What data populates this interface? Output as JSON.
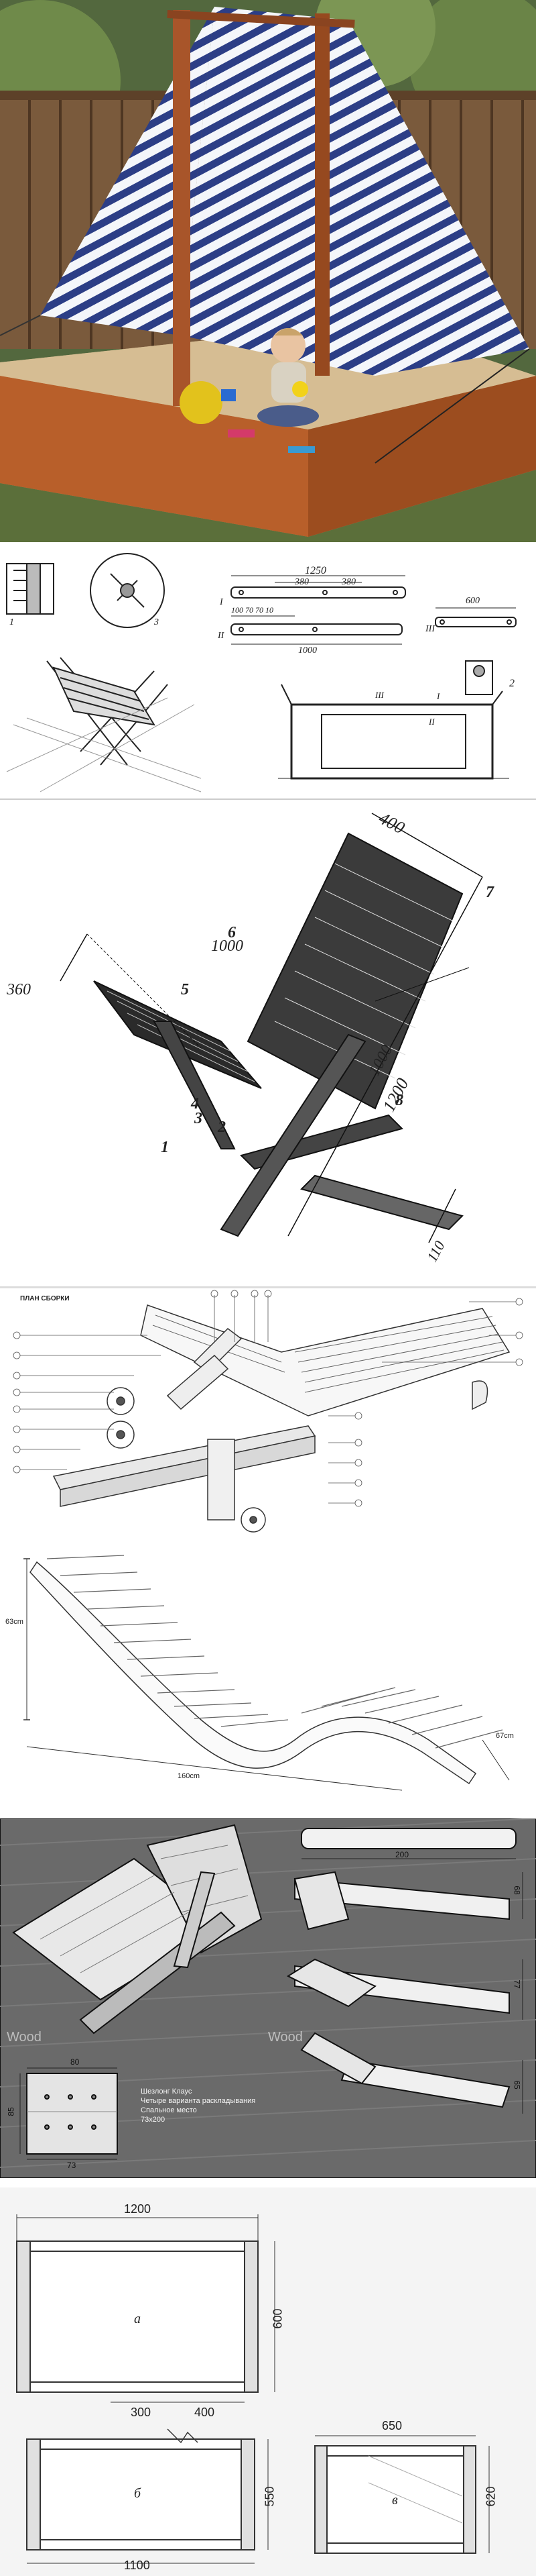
{
  "panel1": {},
  "panel2": {
    "dims": {
      "d1250": "1250",
      "d380a": "380",
      "d380b": "380",
      "d600": "600",
      "d1000": "1000",
      "dsmall": "100 70 70 10"
    },
    "labels": {
      "n1": "1",
      "n2": "2",
      "n3": "3",
      "r1": "I",
      "r2": "II",
      "r3": "III",
      "r3b": "III",
      "r1b": "I",
      "r2b": "II"
    }
  },
  "panel3": {
    "dims": {
      "d400": "400",
      "d360": "360",
      "d1000a": "1000",
      "d1000b": "1000",
      "d1200": "1200",
      "d110": "110"
    },
    "parts": {
      "p1": "1",
      "p2": "2",
      "p3": "3",
      "p4": "4",
      "p5": "5",
      "p6": "6",
      "p7": "7",
      "p8": "8"
    }
  },
  "panel4": {
    "title": "ПЛАН СБОРКИ"
  },
  "panel5": {
    "height": "63cm",
    "length": "160cm",
    "width": "67cm"
  },
  "panel6": {
    "dims": {
      "d200": "200",
      "d80": "80",
      "d85": "85",
      "d73": "73",
      "d68": "68",
      "d77": "77",
      "d65": "65"
    },
    "caption": [
      "Шезлонг Клаус",
      "Четыре варианта раскладывания",
      "Спальное место",
      "73х200"
    ],
    "watermark": "Wood"
  },
  "panel7": {
    "dims": {
      "d1200": "1200",
      "d600": "600",
      "d300": "300",
      "d400": "400",
      "d650": "650",
      "d620": "620",
      "d550": "550",
      "d1100": "1100"
    },
    "labels": {
      "a": "а",
      "b": "б",
      "v": "в"
    }
  }
}
